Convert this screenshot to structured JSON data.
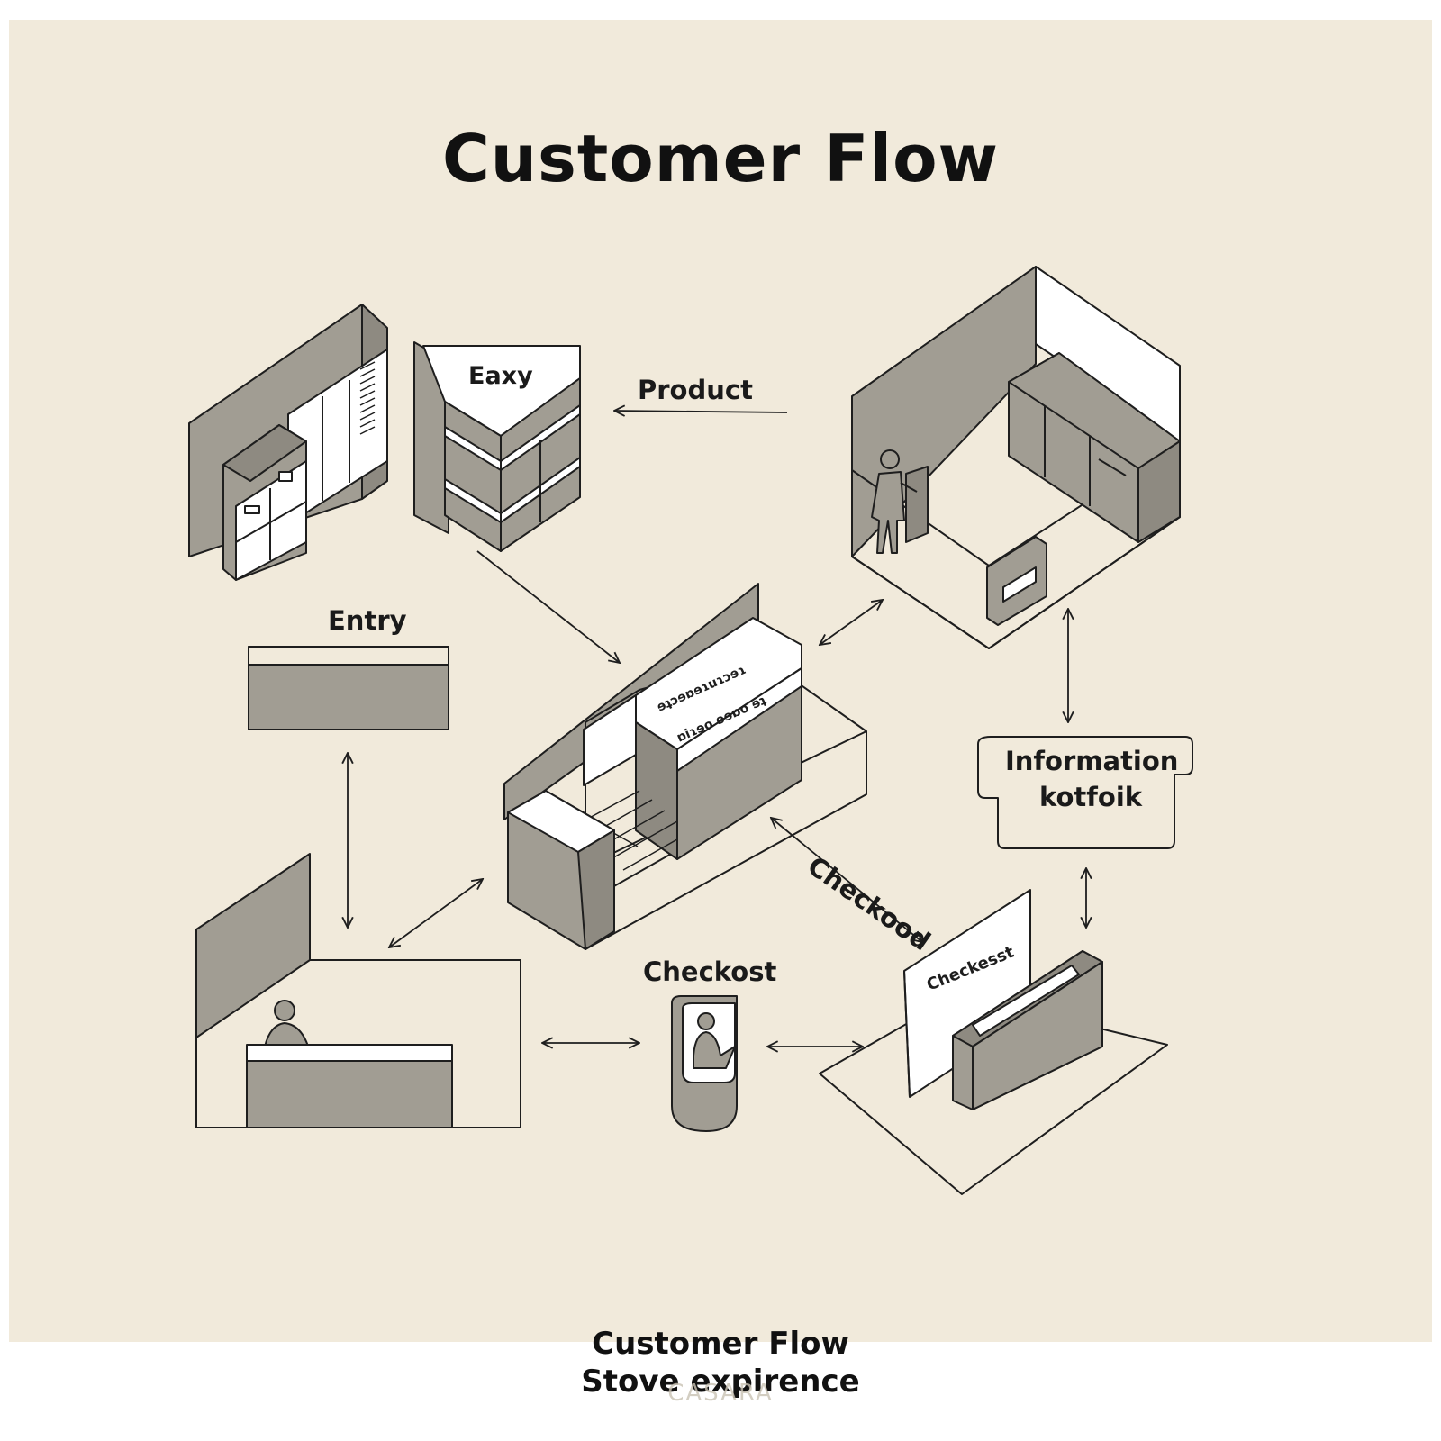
{
  "title": "Customer Flow",
  "labels": {
    "eaxy": "Eaxy",
    "product": "Product",
    "entry": "Entry",
    "information_line1": "Information",
    "information_line2": "kotfoik",
    "checkood": "Checkood",
    "checkost": "Checkost",
    "checkout_sign": "Checkesst",
    "shelf_sign_top": "ɘʇɔɘɒɘɿuɿɔɘɿ",
    "shelf_sign_bottom": "ɒiɿɘo ɘɘɒo ɘʇ"
  },
  "caption": {
    "line1": "Customer Flow",
    "line2": "Stove expirence"
  },
  "watermark": "CASARA",
  "colors": {
    "background": "#f1eadb",
    "fill_gray": "#a19d93",
    "fill_dark": "#8e8a81",
    "line": "#1e1e1e",
    "white": "#ffffff"
  }
}
